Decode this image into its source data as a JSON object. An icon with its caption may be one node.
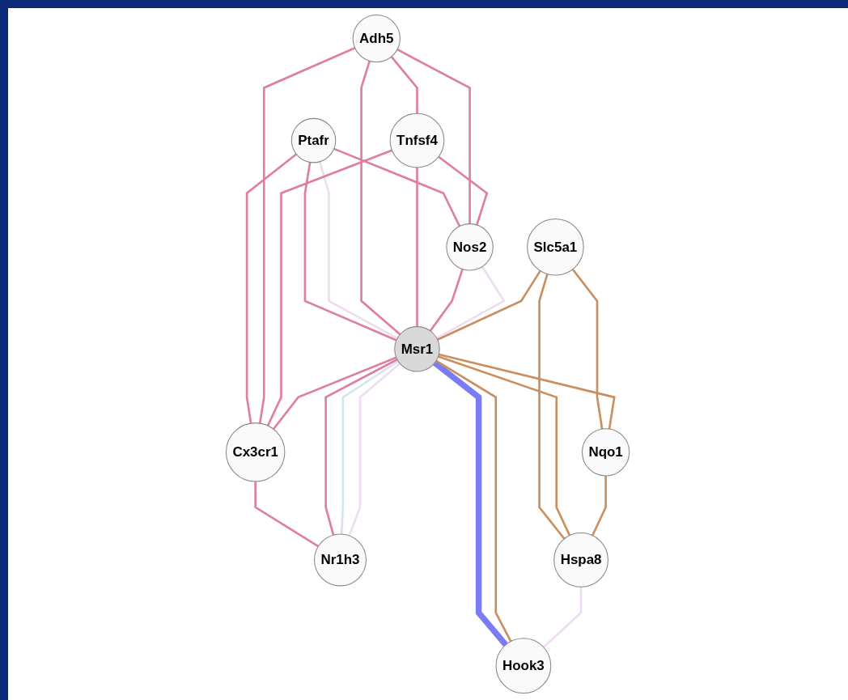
{
  "diagram": {
    "nodes": [
      {
        "text": [
          "Adh5"
        ]
      },
      {
        "text": [
          "Tnfsf4"
        ]
      },
      {
        "text": [
          "Ptafr"
        ]
      },
      {
        "text": [
          "Slc5a1"
        ]
      },
      {
        "text": [
          "Nos2"
        ]
      },
      {
        "text": [
          "Msr1"
        ]
      },
      {
        "text": [
          "Cx3cr1"
        ]
      },
      {
        "text": [
          "Hook3"
        ]
      },
      {
        "text": [
          "Nqo1"
        ]
      },
      {
        "text": [
          "Nr1h3"
        ]
      },
      {
        "text": [
          "Hspa8"
        ]
      }
    ],
    "edges": [
      {
        "from": 2,
        "to": 4,
        "arrow": "none"
      },
      {
        "from": 2,
        "to": 6,
        "arrow": "none"
      },
      {
        "from": 2,
        "to": 5,
        "arrow": "none"
      },
      {
        "from": 2,
        "to": 5,
        "arrow": "none",
        "color": "#eedcf2"
      },
      {
        "from": 0,
        "to": 1,
        "arrow": "none"
      },
      {
        "from": 0,
        "to": 5,
        "arrow": "none"
      },
      {
        "from": 0,
        "to": 6,
        "arrow": "none"
      },
      {
        "from": 0,
        "to": 4,
        "arrow": "none"
      },
      {
        "from": 1,
        "to": 5,
        "arrow": "none"
      },
      {
        "from": 1,
        "to": 6,
        "arrow": "none"
      },
      {
        "from": 1,
        "to": 4,
        "arrow": "none"
      },
      {
        "from": 4,
        "to": 5,
        "arrow": "none"
      },
      {
        "from": 4,
        "to": 5,
        "arrow": "none",
        "color": "#eedcf2"
      },
      {
        "from": 5,
        "to": 6,
        "arrow": "none"
      },
      {
        "from": 6,
        "to": 9,
        "arrow": "none"
      },
      {
        "from": 5,
        "to": 9,
        "arrow": "none"
      },
      {
        "from": 5,
        "to": 9,
        "arrow": "none",
        "color": "#d8e2f5"
      },
      {
        "from": 5,
        "to": 9,
        "arrow": "none",
        "color": "#eedcf2"
      },
      {
        "from": 5,
        "to": 7,
        "arrow": "none",
        "style": "thick",
        "color": "#7b7bf5"
      },
      {
        "from": 5,
        "to": 7,
        "arrow": "none",
        "color": "#c98f5e"
      },
      {
        "from": 3,
        "to": 5,
        "arrow": "none",
        "color": "#c98f5e"
      },
      {
        "from": 3,
        "to": 8,
        "arrow": "none",
        "color": "#c98f5e"
      },
      {
        "from": 3,
        "to": 10,
        "arrow": "none",
        "color": "#c98f5e"
      },
      {
        "from": 5,
        "to": 8,
        "arrow": "none",
        "color": "#c98f5e"
      },
      {
        "from": 5,
        "to": 10,
        "arrow": "none",
        "color": "#c98f5e"
      },
      {
        "from": 8,
        "to": 10,
        "arrow": "none",
        "color": "#c98f5e"
      },
      {
        "from": 10,
        "to": 7,
        "arrow": "none",
        "color": "#eedcf2"
      }
    ]
  }
}
